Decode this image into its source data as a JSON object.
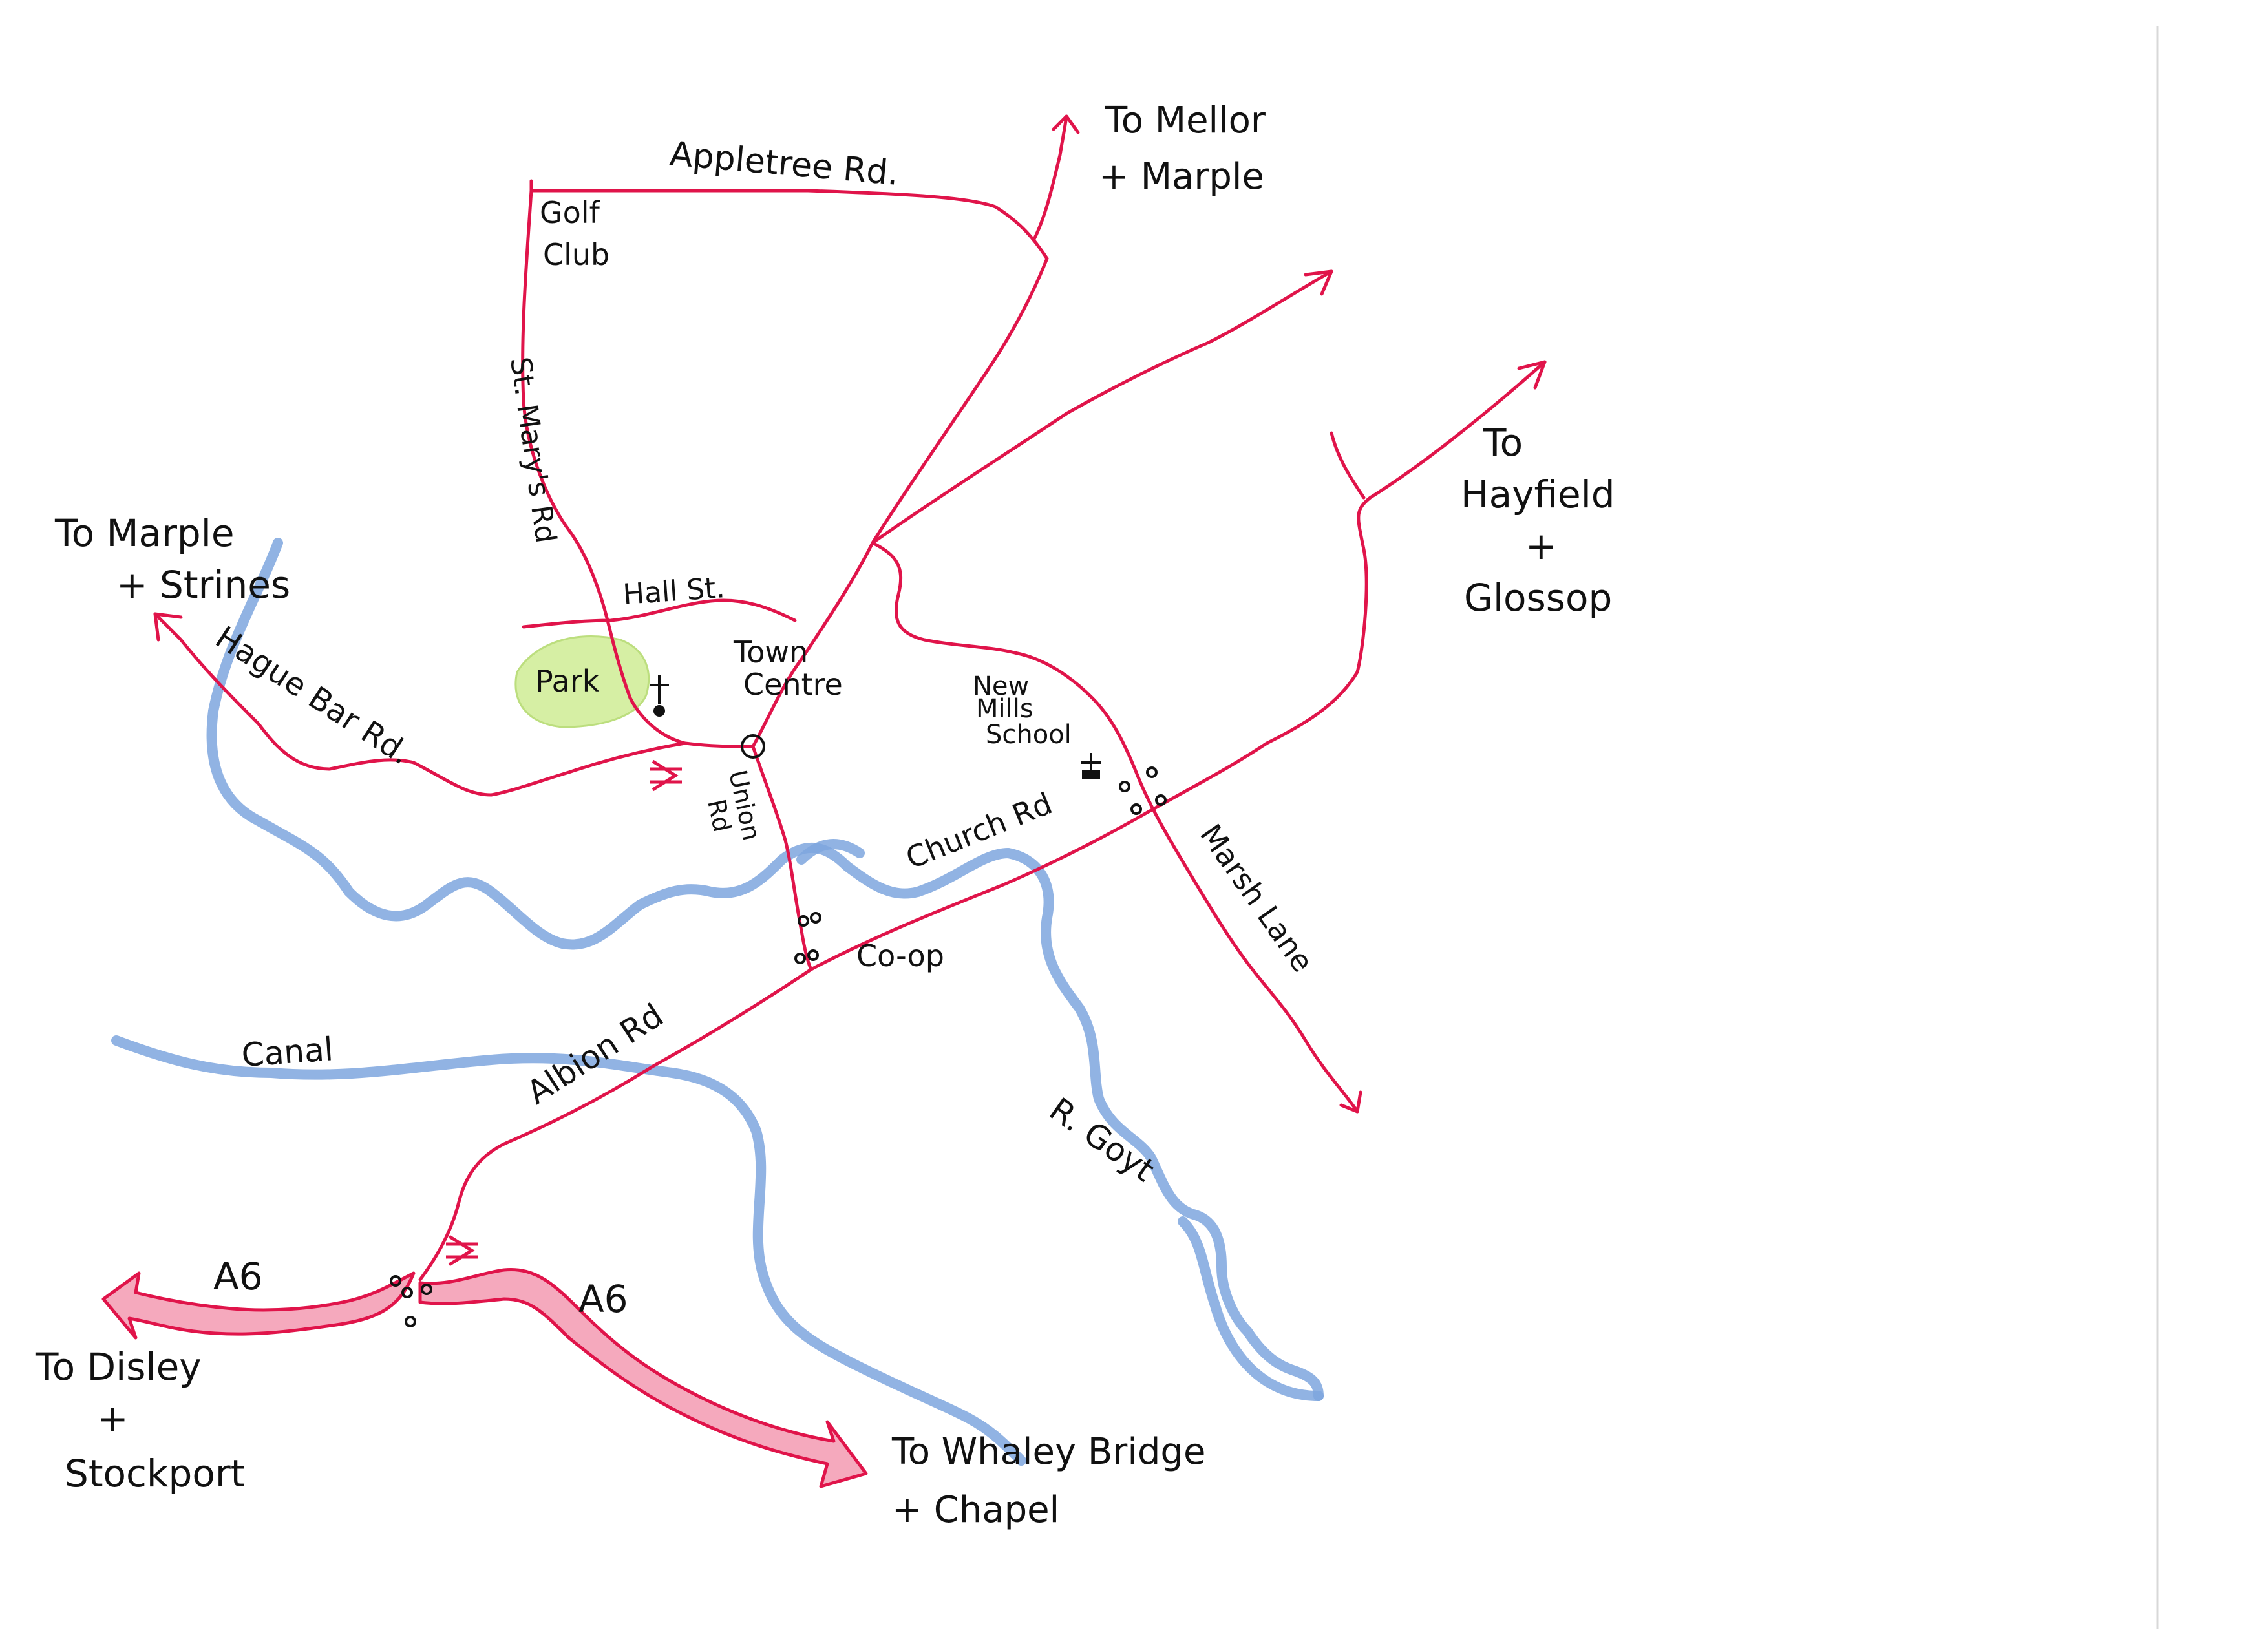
{
  "map": {
    "colors": {
      "road": "#e0144a",
      "water": "#7ea6de",
      "park": "#c9ea86",
      "a6_fill": "#f5a9bd",
      "ink": "#111111"
    },
    "labels": {
      "to_mellor": "To Mellor",
      "mellor_plus": "+ Marple",
      "appletree_rd": "Appletree Rd.",
      "golf": "Golf",
      "club": "Club",
      "st_marys_rd": "St. Mary's Rd",
      "to_hayfield": "To",
      "hayfield": "Hayfield",
      "hayfield_plus": "+",
      "glossop": "Glossop",
      "to_marple": "To Marple",
      "strines": "+ Strines",
      "hague_bar_rd": "Hague Bar Rd.",
      "hall_st": "Hall St.",
      "park": "Park",
      "town": "Town",
      "centre": "Centre",
      "new": "New",
      "mills": "Mills",
      "school": "School",
      "union": "Union",
      "rd": "Rd",
      "church_rd": "Church Rd",
      "marsh_lane": "Marsh Lane",
      "co_op": "Co-op",
      "canal": "Canal",
      "albion_rd": "Albion Rd",
      "r_goyt": "R. Goyt",
      "a6_west": "A6",
      "a6_east": "A6",
      "to_disley": "To Disley",
      "disley_plus": "+",
      "stockport": "Stockport",
      "to_whaley": "To Whaley Bridge",
      "chapel": "+ Chapel"
    },
    "icons": {
      "church": "church-cross-icon",
      "railway": "railway-station-icon",
      "town_centre": "town-centre-circle-icon",
      "traffic_lights": "traffic-lights-icon",
      "school": "school-icon"
    }
  }
}
